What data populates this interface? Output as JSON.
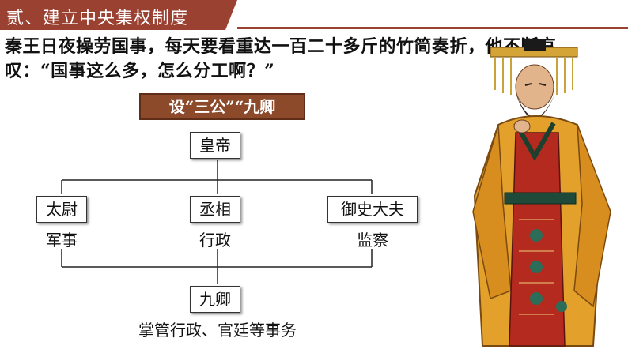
{
  "header": {
    "title": "贰、建立中央集权制度"
  },
  "intro": {
    "text": "秦王日夜操劳国事，每天要看重达一百二十多斤的竹简奏折，他不断哀叹：“国事这么多，怎么分工啊？”"
  },
  "banner": {
    "text": "设“三公”“九卿"
  },
  "chart": {
    "emperor": "皇帝",
    "taiwei": {
      "title": "太尉",
      "duty": "军事"
    },
    "chengxiang": {
      "title": "丞相",
      "duty": "行政"
    },
    "yushi": {
      "title": "御史大夫",
      "duty": "监察"
    },
    "jiuqing": {
      "title": "九卿",
      "duty": "掌管行政、官廷等事务"
    }
  },
  "colors": {
    "accent": "#9b4132",
    "banner": "#8c4a2a"
  }
}
